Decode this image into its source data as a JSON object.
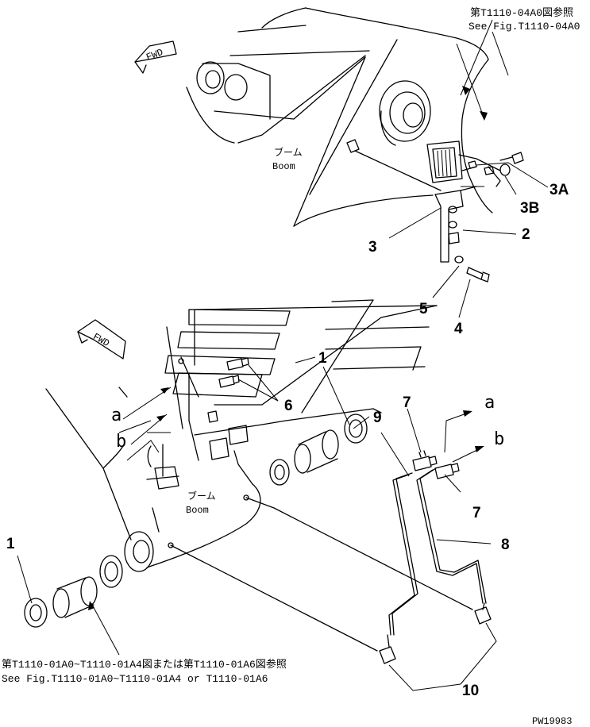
{
  "references": {
    "top_jp": "第T1110-04A0図参照",
    "top_en": "See Fig.T1110-04A0",
    "bottom_jp": "第T1110-01A0~T1110-01A4図または第T1110-01A6図参照",
    "bottom_en": "See Fig.T1110-01A0~T1110-01A4 or T1110-01A6"
  },
  "labels": {
    "boom_jp_upper": "ブーム",
    "boom_en_upper": "Boom",
    "boom_jp_lower": "ブーム",
    "boom_en_lower": "Boom",
    "fwd_upper": "FWD",
    "fwd_lower": "FWD",
    "drawing_id": "PW19983"
  },
  "callouts": {
    "c1_left": "1",
    "c1_mid": "1",
    "c2": "2",
    "c3": "3",
    "c3a": "3A",
    "c3b": "3B",
    "c4": "4",
    "c5": "5",
    "c6": "6",
    "c7_top": "7",
    "c7_bottom": "7",
    "c8": "8",
    "c9": "9",
    "c10": "10"
  },
  "connection_letters": {
    "a_left": "a",
    "b_left": "b",
    "a_right": "a",
    "b_right": "b"
  }
}
